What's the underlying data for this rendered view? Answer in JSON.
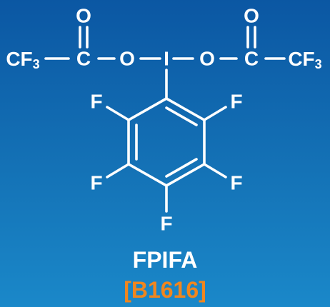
{
  "compound": {
    "name": "FPIFA",
    "catalog": "[B1616]"
  },
  "atoms": {
    "cf3_left": "CF",
    "cf3_right": "CF",
    "cf3_subscript": "3",
    "carbon": "C",
    "oxygen": "O",
    "iodine": "I",
    "fluorine": "F"
  },
  "colors": {
    "background_top": "#0b57a3",
    "background_bottom": "#1a88c9",
    "structure": "#ffffff",
    "catalog": "#f0861e"
  }
}
